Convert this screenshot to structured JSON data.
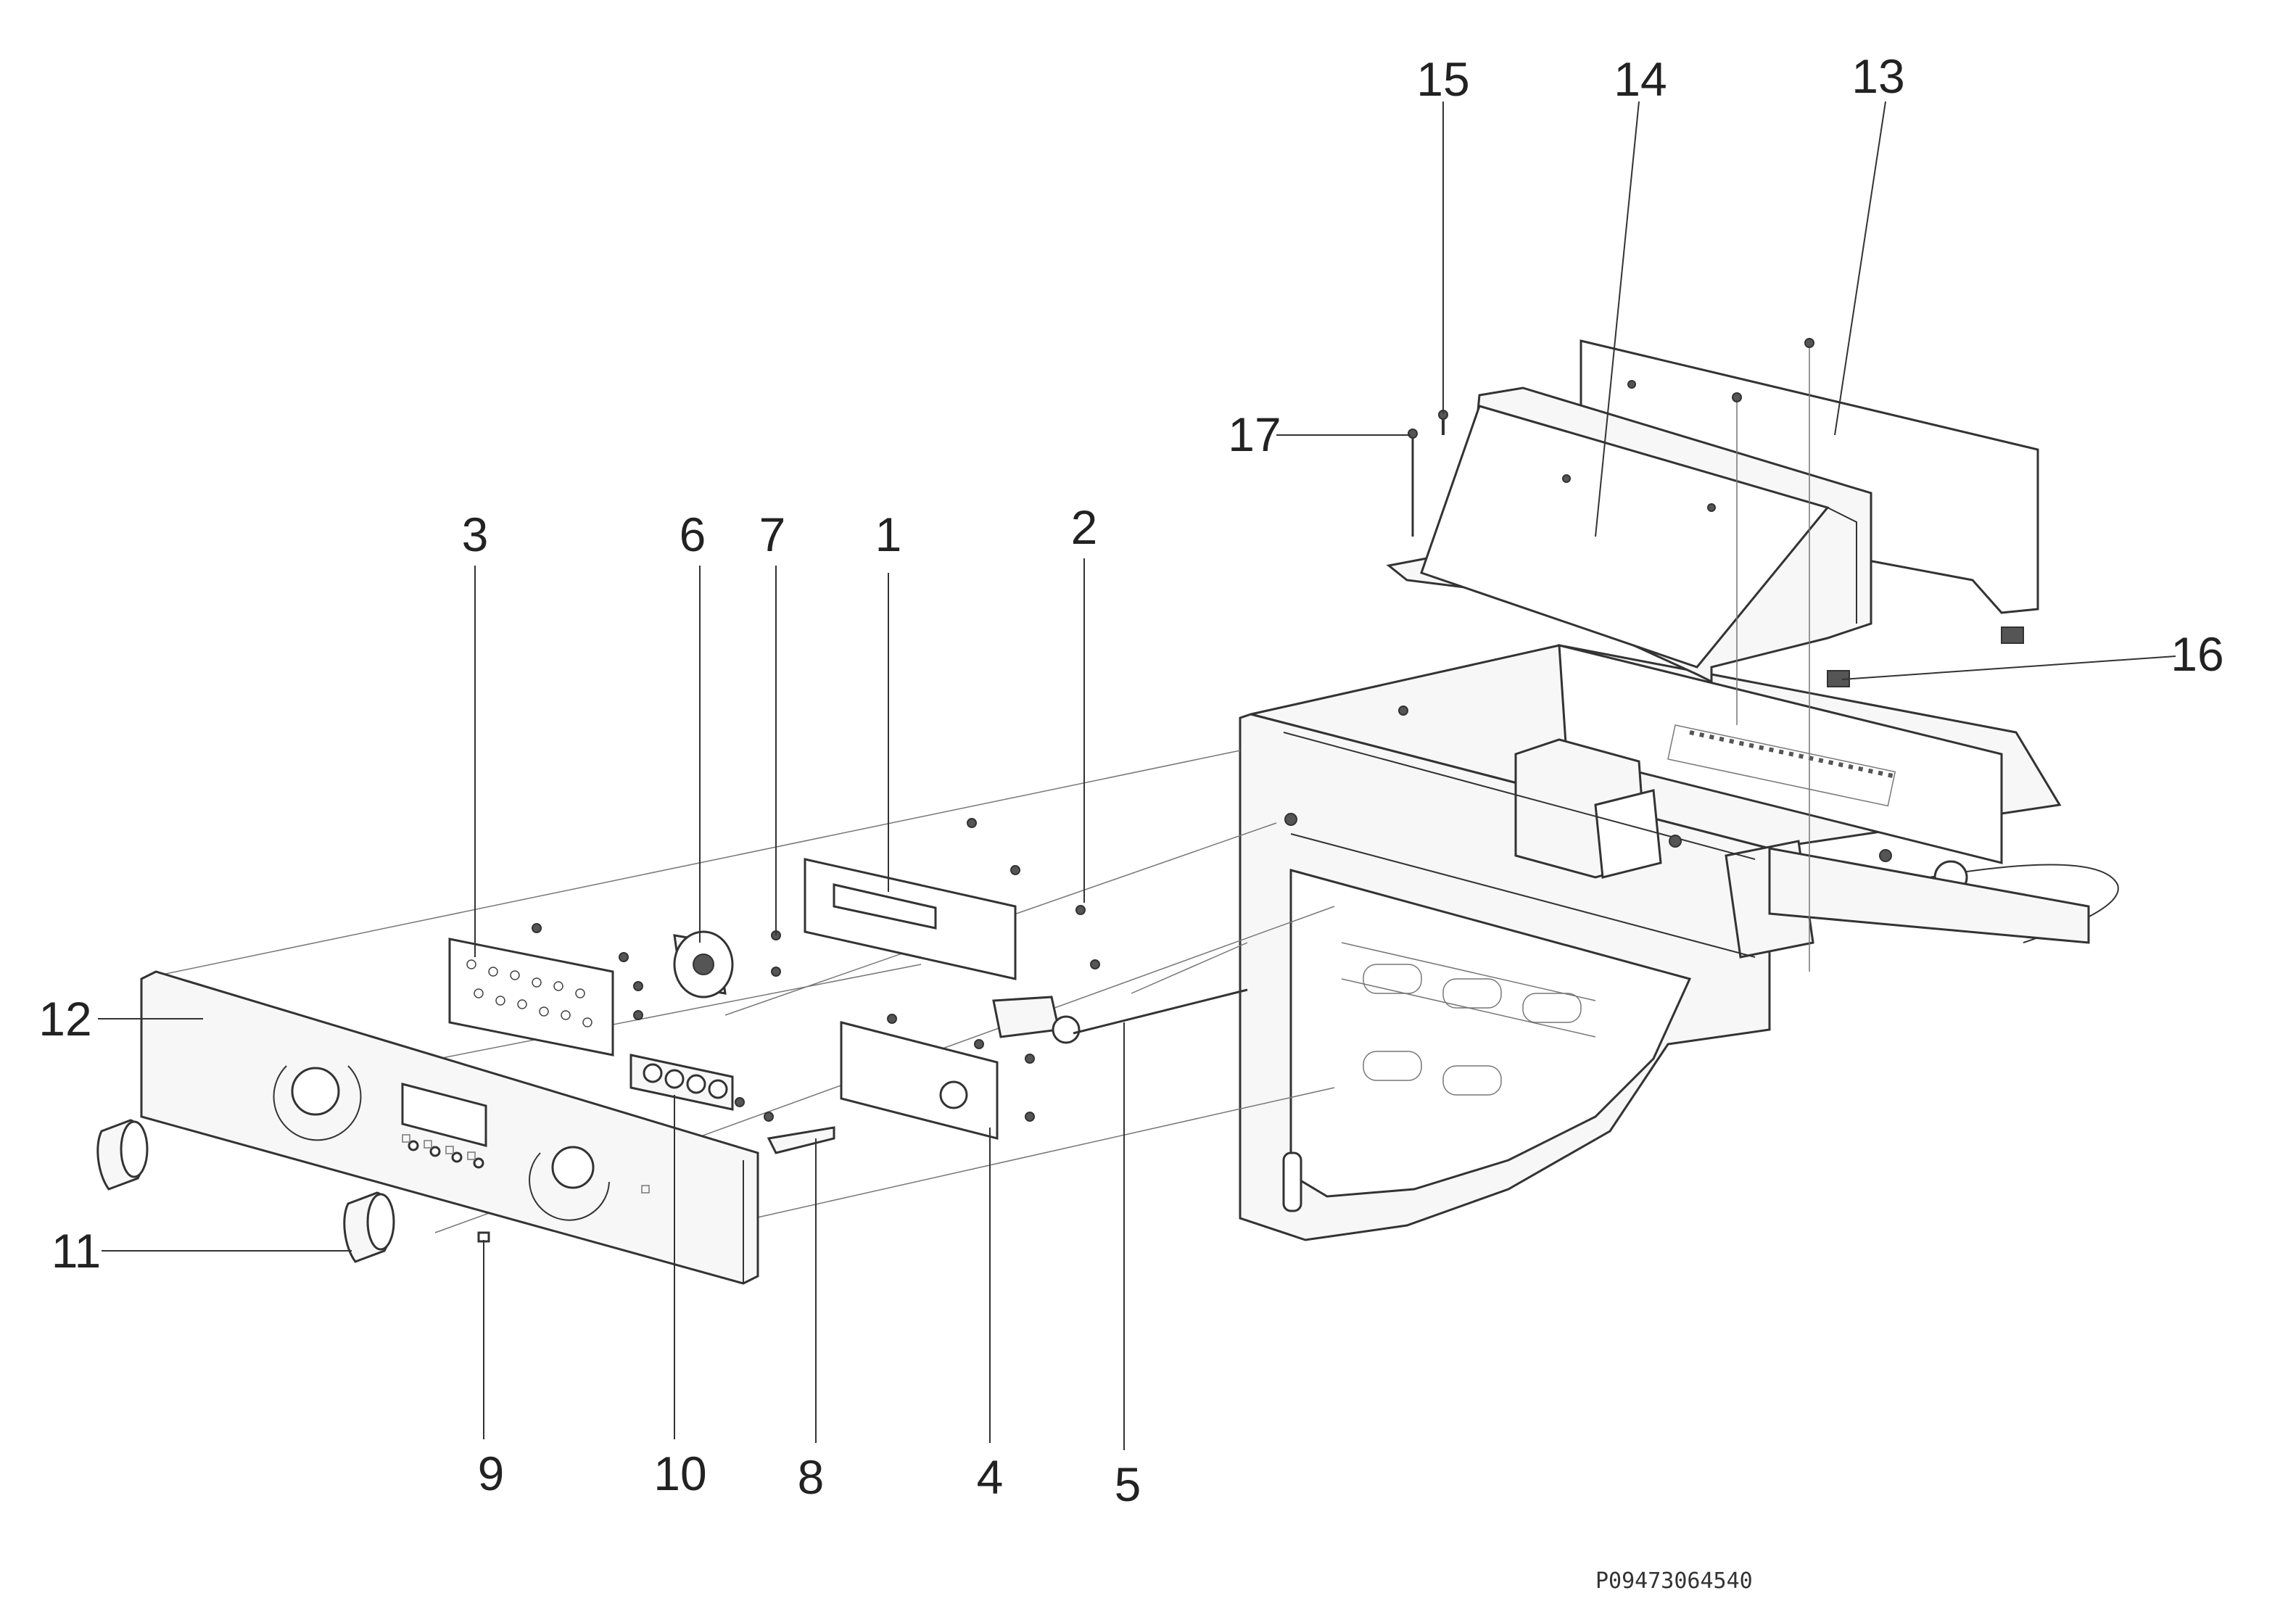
{
  "diagram": {
    "callouts": {
      "c1": "1",
      "c2": "2",
      "c3": "3",
      "c4": "4",
      "c5": "5",
      "c6": "6",
      "c7": "7",
      "c8": "8",
      "c9": "9",
      "c10": "10",
      "c11": "11",
      "c12": "12",
      "c13": "13",
      "c14": "14",
      "c15": "15",
      "c16": "16",
      "c17": "17"
    },
    "drawing_code": "P09473064540"
  }
}
